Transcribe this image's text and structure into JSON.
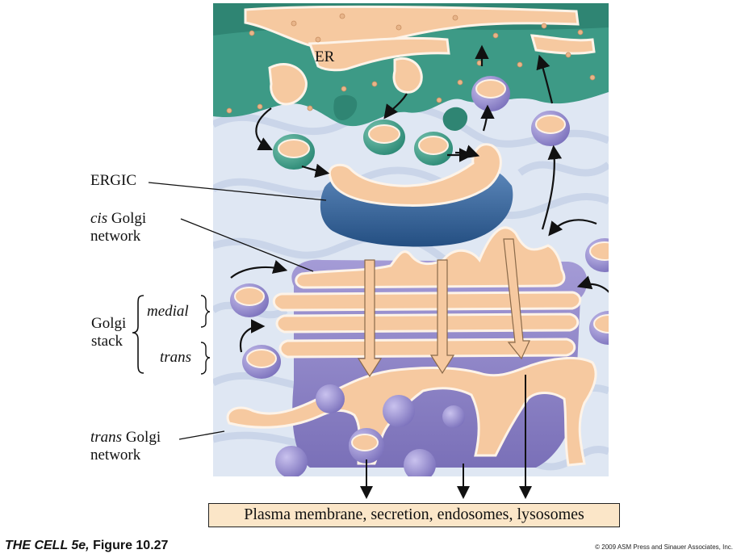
{
  "labels": {
    "er": "ER",
    "ergic": "ERGIC",
    "cis_golgi_italic": "cis",
    "cis_golgi_rest": " Golgi",
    "cis_golgi_line2": "network",
    "golgi_stack_line1": "Golgi",
    "golgi_stack_line2": "stack",
    "medial": "medial",
    "trans": "trans",
    "trans_golgi_italic": "trans",
    "trans_golgi_rest": " Golgi",
    "trans_golgi_line2": "network"
  },
  "destination": "Plasma membrane, secretion, endosomes, lysosomes",
  "caption": {
    "title": "THE CELL 5e,",
    "figure": " Figure 10.27"
  },
  "copyright": "© 2009 ASM Press and Sinauer Associates, Inc.",
  "colors": {
    "er_green": "#3d9a86",
    "lumen_peach": "#f6c9a0",
    "ergic_blue": "#2e5f95",
    "golgi_purple": "#8a82c4",
    "cytosol": "#dfe7f3"
  }
}
